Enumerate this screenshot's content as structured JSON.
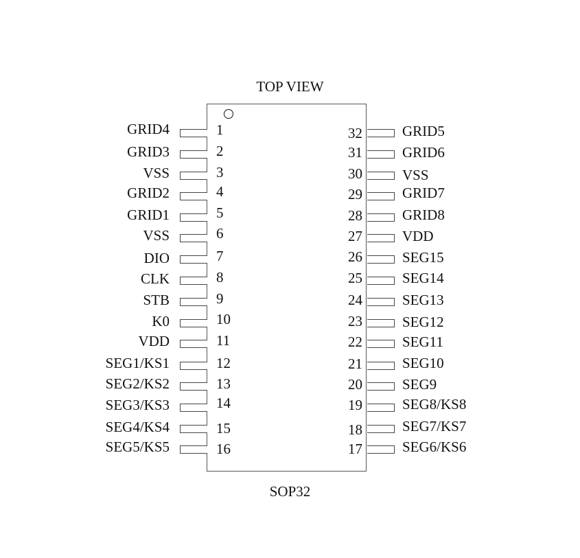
{
  "header": {
    "title": "TOP VIEW"
  },
  "footer": {
    "package": "SOP32"
  },
  "chip": {
    "orientation_mark": "pin-1-circle"
  },
  "pins_left": [
    {
      "num": "1",
      "name": "GRID4"
    },
    {
      "num": "2",
      "name": "GRID3"
    },
    {
      "num": "3",
      "name": "VSS"
    },
    {
      "num": "4",
      "name": "GRID2"
    },
    {
      "num": "5",
      "name": "GRID1"
    },
    {
      "num": "6",
      "name": "VSS"
    },
    {
      "num": "7",
      "name": "DIO"
    },
    {
      "num": "8",
      "name": "CLK"
    },
    {
      "num": "9",
      "name": "STB"
    },
    {
      "num": "10",
      "name": "K0"
    },
    {
      "num": "11",
      "name": "VDD"
    },
    {
      "num": "12",
      "name": "SEG1/KS1"
    },
    {
      "num": "13",
      "name": "SEG2/KS2"
    },
    {
      "num": "14",
      "name": "SEG3/KS3"
    },
    {
      "num": "15",
      "name": "SEG4/KS4"
    },
    {
      "num": "16",
      "name": "SEG5/KS5"
    }
  ],
  "pins_right": [
    {
      "num": "32",
      "name": "GRID5"
    },
    {
      "num": "31",
      "name": "GRID6"
    },
    {
      "num": "30",
      "name": "VSS"
    },
    {
      "num": "29",
      "name": "GRID7"
    },
    {
      "num": "28",
      "name": "GRID8"
    },
    {
      "num": "27",
      "name": "VDD"
    },
    {
      "num": "26",
      "name": "SEG15"
    },
    {
      "num": "25",
      "name": "SEG14"
    },
    {
      "num": "24",
      "name": "SEG13"
    },
    {
      "num": "23",
      "name": "SEG12"
    },
    {
      "num": "22",
      "name": "SEG11"
    },
    {
      "num": "21",
      "name": "SEG10"
    },
    {
      "num": "20",
      "name": "SEG9"
    },
    {
      "num": "19",
      "name": "SEG8/KS8"
    },
    {
      "num": "18",
      "name": "SEG7/KS7"
    },
    {
      "num": "17",
      "name": "SEG6/KS6"
    }
  ]
}
